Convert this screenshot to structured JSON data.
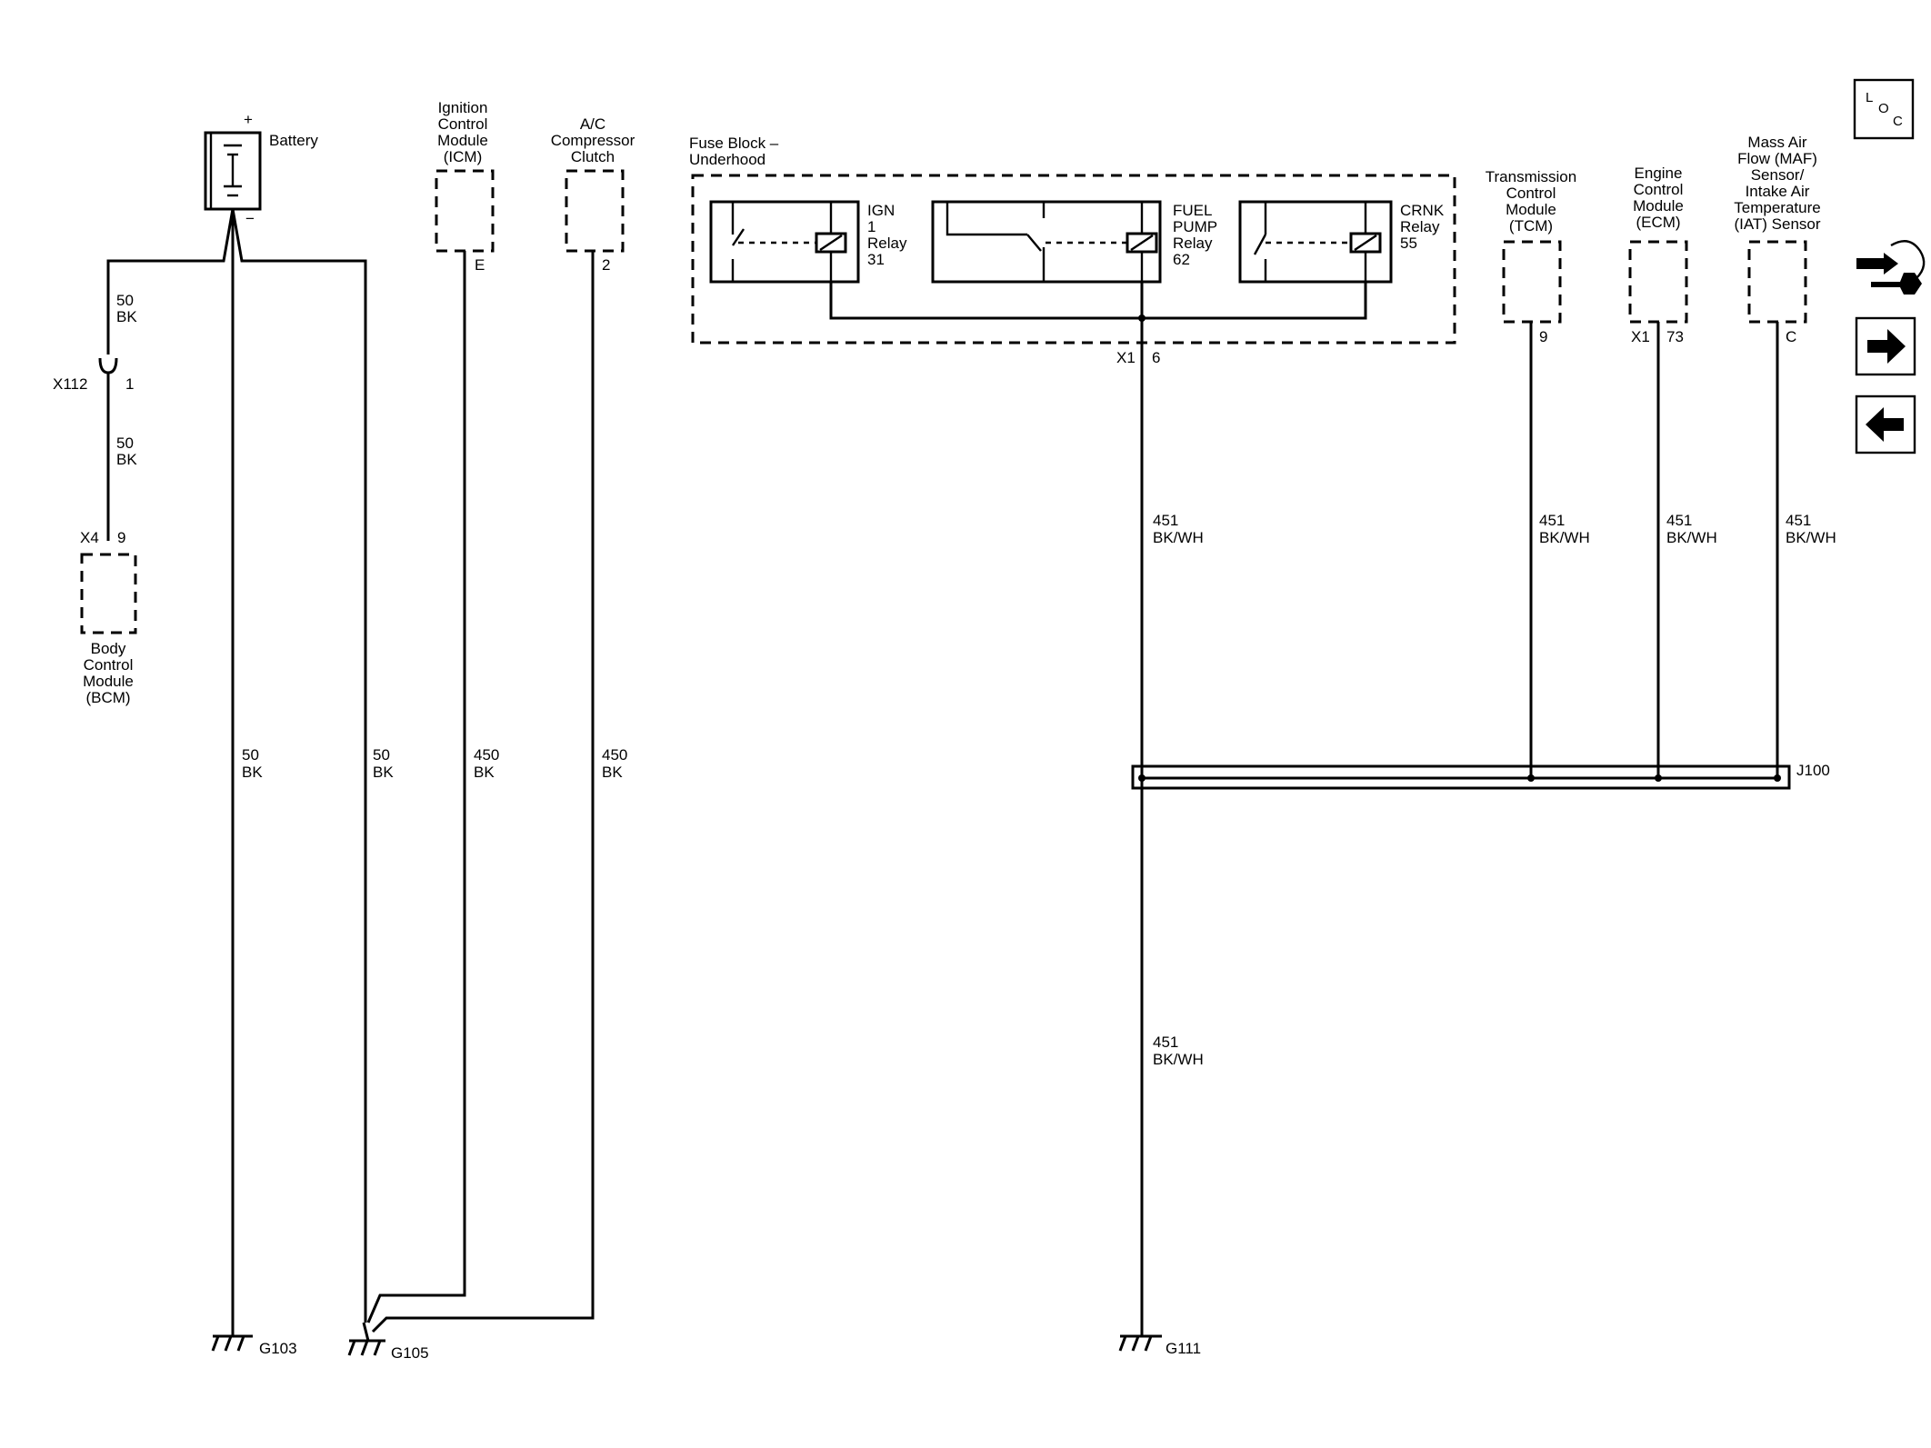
{
  "components": {
    "battery": {
      "label": "Battery",
      "plus": "+",
      "minus": "−"
    },
    "icm": {
      "lines": [
        "Ignition",
        "Control",
        "Module",
        "(ICM)"
      ],
      "pin": "E"
    },
    "ac_clutch": {
      "lines": [
        "A/C",
        "Compressor",
        "Clutch"
      ],
      "pin": "2"
    },
    "fuse_block": {
      "lines": [
        "Fuse Block –",
        "Underhood"
      ],
      "connector": "X1",
      "pin": "6"
    },
    "ign_relay": {
      "lines": [
        "IGN",
        "1",
        "Relay",
        "31"
      ]
    },
    "fuel_pump_relay": {
      "lines": [
        "FUEL",
        "PUMP",
        "Relay",
        "62"
      ]
    },
    "crnk_relay": {
      "lines": [
        "CRNK",
        "Relay",
        "55"
      ]
    },
    "tcm": {
      "lines": [
        "Transmission",
        "Control",
        "Module",
        "(TCM)"
      ],
      "pin": "9"
    },
    "ecm": {
      "lines": [
        "Engine",
        "Control",
        "Module",
        "(ECM)"
      ],
      "connector": "X1",
      "pin": "73"
    },
    "maf": {
      "lines": [
        "Mass Air",
        "Flow (MAF)",
        "Sensor/",
        "Intake Air",
        "Temperature",
        "(IAT) Sensor"
      ],
      "pin": "C"
    },
    "bcm": {
      "lines": [
        "Body",
        "Control",
        "Module",
        "(BCM)"
      ],
      "connector": "X4",
      "pin": "9"
    }
  },
  "connectors": {
    "x112": {
      "name": "X112",
      "pin": "1"
    },
    "splice": {
      "name": "J100"
    }
  },
  "wires": {
    "bcm_upper": {
      "circuit": "50",
      "color": "BK"
    },
    "bcm_lower": {
      "circuit": "50",
      "color": "BK"
    },
    "battery_g103": {
      "circuit": "50",
      "color": "BK"
    },
    "battery_g105": {
      "circuit": "50",
      "color": "BK"
    },
    "icm_ground": {
      "circuit": "450",
      "color": "BK"
    },
    "ac_ground": {
      "circuit": "450",
      "color": "BK"
    },
    "fuse_upper": {
      "circuit": "451",
      "color": "BK/WH"
    },
    "tcm_wire": {
      "circuit": "451",
      "color": "BK/WH"
    },
    "ecm_wire": {
      "circuit": "451",
      "color": "BK/WH"
    },
    "maf_wire": {
      "circuit": "451",
      "color": "BK/WH"
    },
    "g111_wire": {
      "circuit": "451",
      "color": "BK/WH"
    }
  },
  "grounds": {
    "g103": "G103",
    "g105": "G105",
    "g111": "G111"
  },
  "nav": {
    "loc": {
      "l": "L",
      "o": "O",
      "c": "C"
    },
    "icons": [
      "loc-icon",
      "wrench-connector-icon",
      "arrow-right-icon",
      "arrow-left-icon"
    ]
  }
}
